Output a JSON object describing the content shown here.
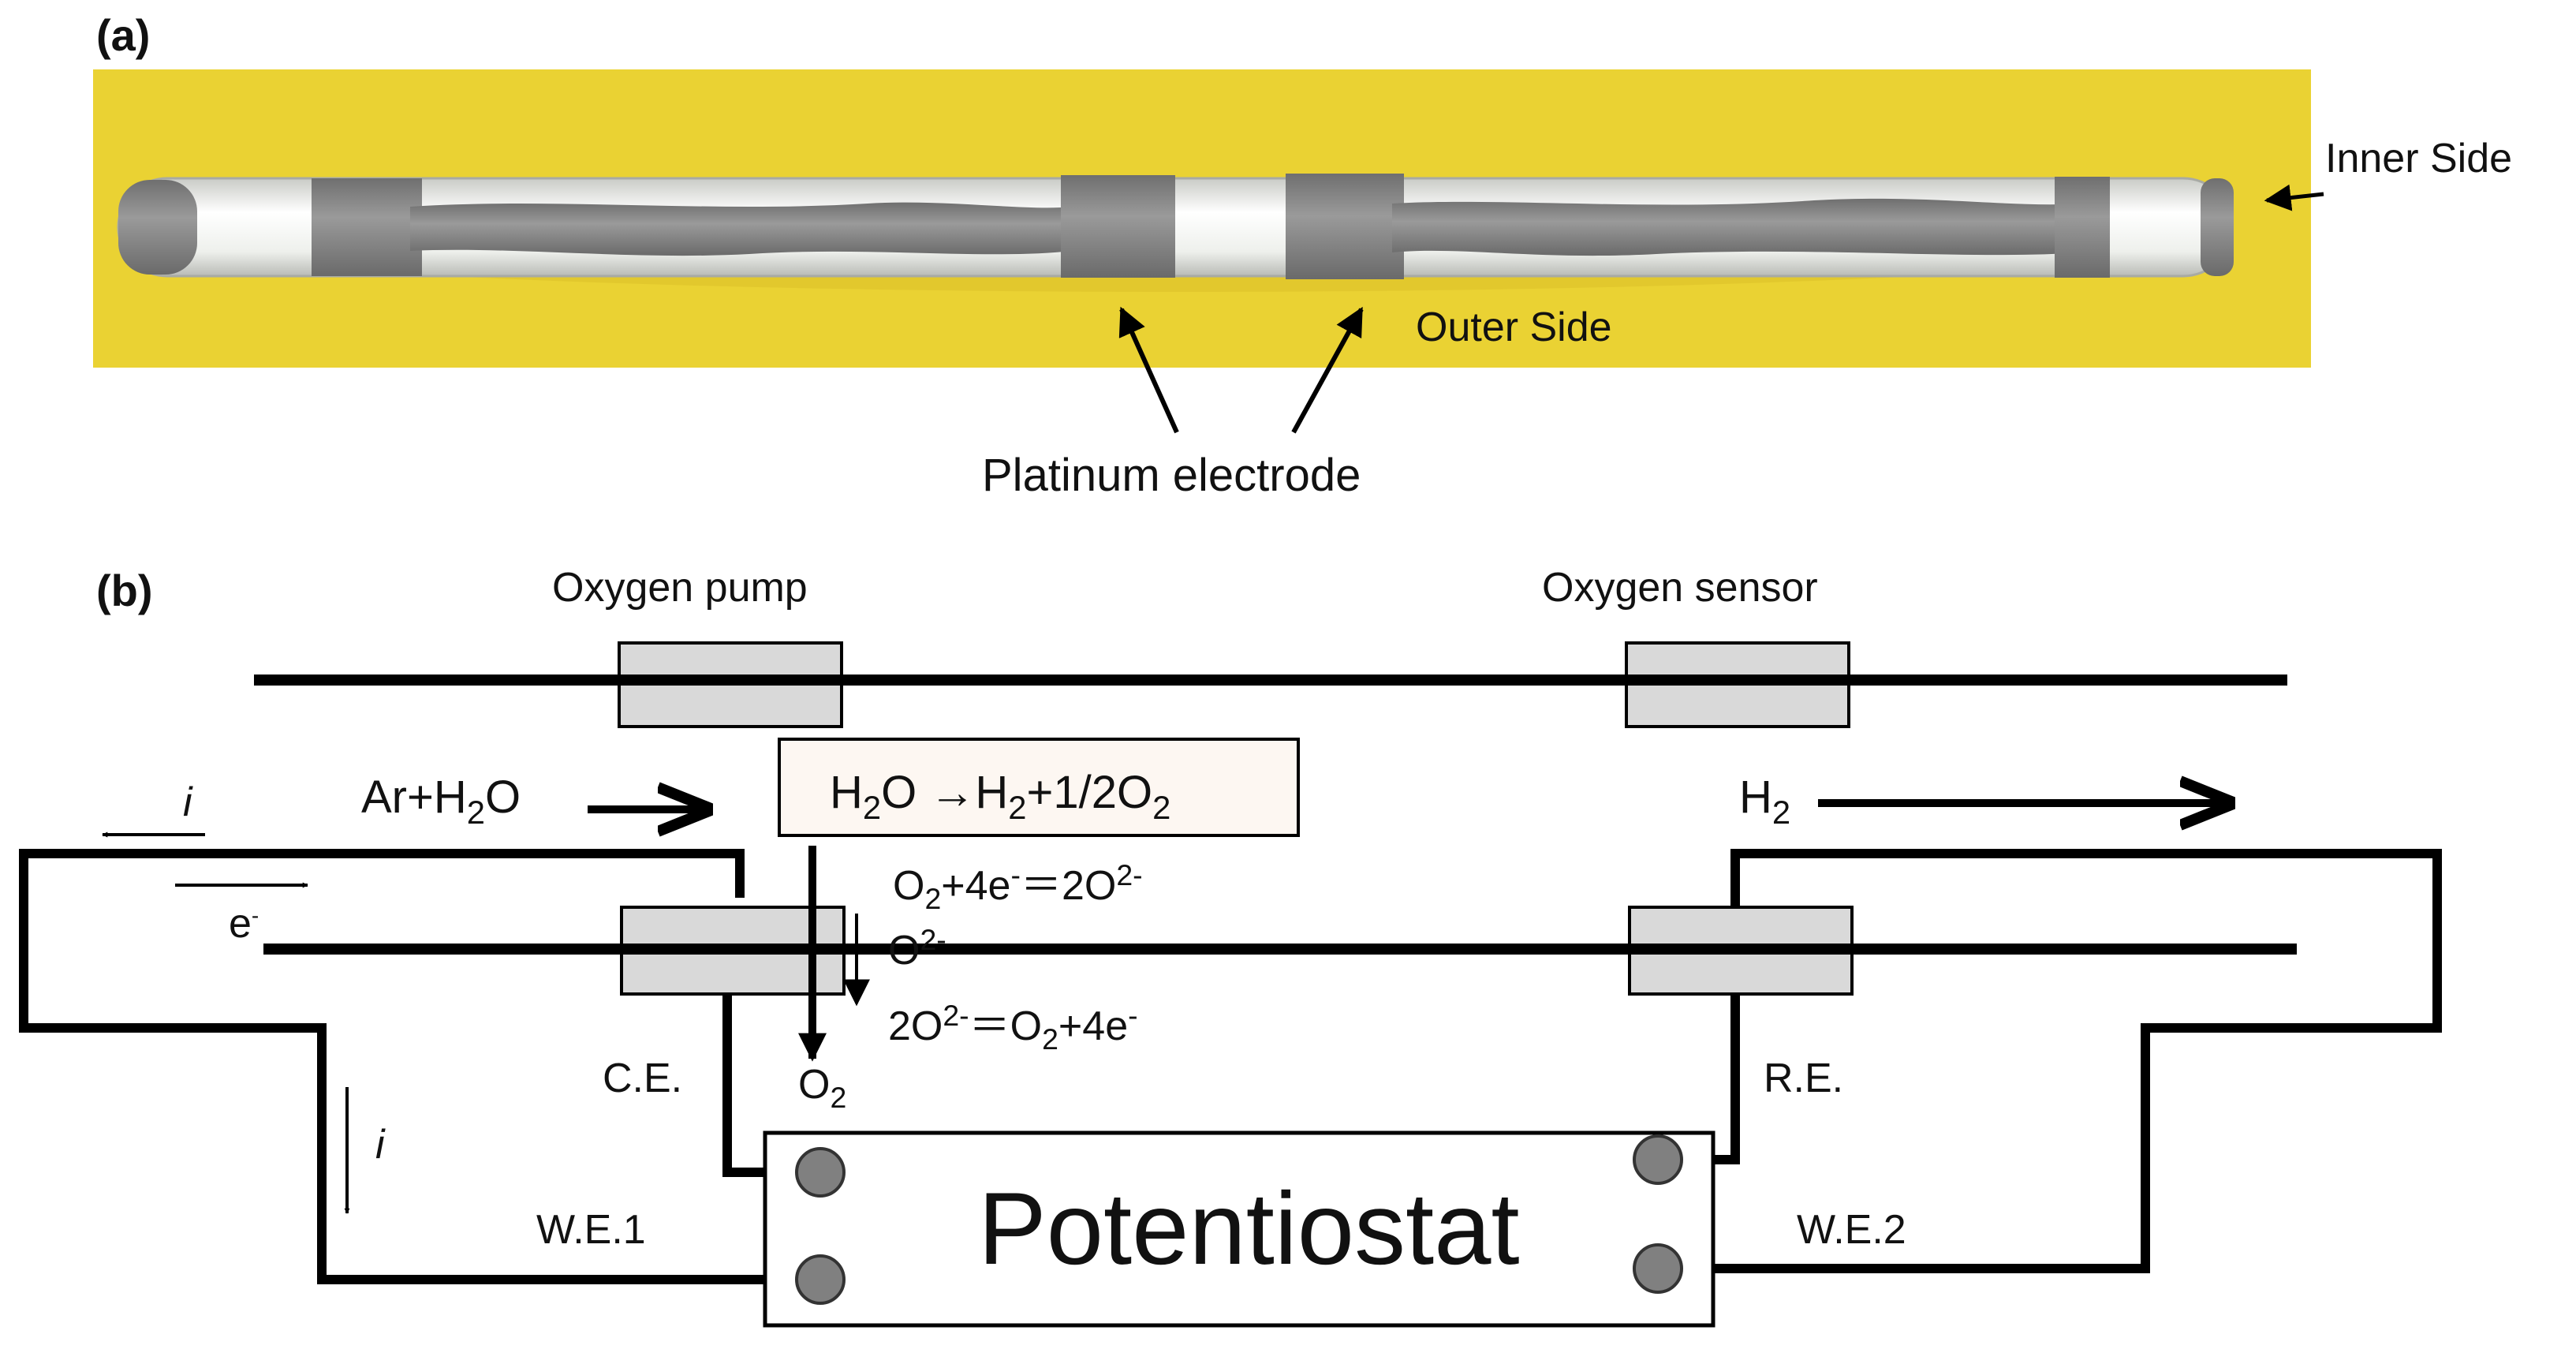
{
  "panel_a": {
    "label": "(a)",
    "inner_side": "Inner Side",
    "outer_side": "Outer Side",
    "platinum_electrode": "Platinum electrode"
  },
  "panel_b": {
    "label": "(b)",
    "oxygen_pump": "Oxygen pump",
    "oxygen_sensor": "Oxygen sensor",
    "feed": {
      "main": "Ar+H",
      "sub": "2",
      "tail": "O"
    },
    "reaction": {
      "p1": "H",
      "s1": "2",
      "p2": "O ",
      "arrow": "→",
      "p3": "H",
      "s2": "2",
      "p4": "+1/2O",
      "s3": "2"
    },
    "product": {
      "main": "H",
      "sub": "2"
    },
    "current_symbol": "i",
    "electron": {
      "main": "e",
      "sup": "-"
    },
    "cathode_reaction": {
      "a": "O",
      "a_sub": "2",
      "b": "+4e",
      "b_sup": "-",
      "c": "＝2O",
      "c_sup": "2-"
    },
    "oxide_ion": {
      "main": "O",
      "sup": "2-"
    },
    "anode_reaction": {
      "a": "2O",
      "a_sup": "2-",
      "b": "＝O",
      "b_sub": "2",
      "c": "+4e",
      "c_sup": "-"
    },
    "oxygen_out": {
      "main": "O",
      "sub": "2"
    },
    "ce": "C.E.",
    "re": "R.E.",
    "we1": "W.E.1",
    "we2": "W.E.2",
    "potentiostat": "Potentiostat"
  },
  "colors": {
    "photo_background": "#ead233",
    "tube_white": "#f1f2ee",
    "electrode_gray": "#8a8a8a",
    "electrode_box": "#d9d9d9",
    "reaction_box_fill": "#fdf7f2",
    "terminal_gray": "#808080",
    "line": "#000000"
  }
}
